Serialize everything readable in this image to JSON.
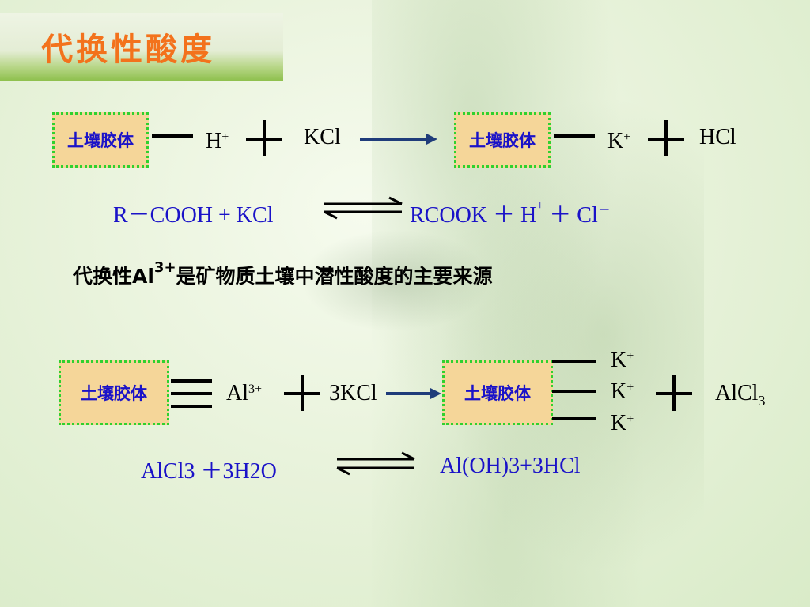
{
  "title": "代换性酸度",
  "colloid_label": "土壤胶体",
  "row1": {
    "h": "H",
    "h_charge": "+",
    "kcl": "KCl",
    "k": "K",
    "k_charge": "+",
    "hcl": "HCl"
  },
  "eq1": {
    "left": "R－COOH + KCl",
    "right_a": "RCOOK ＋ H",
    "right_h_charge": "+",
    "right_b": " ＋ Cl",
    "right_cl_charge": "－"
  },
  "note": {
    "prefix": "代换性Al",
    "charge": "3+",
    "suffix": "是矿物质土壤中潜性酸度的主要来源"
  },
  "row2": {
    "al": "Al",
    "al_charge": "3+",
    "kcl3": "3KCl",
    "k1": "K",
    "k2": "K",
    "k3": "K",
    "k_charge": "+",
    "alcl": "AlCl",
    "alcl_sub": "3"
  },
  "eq2": {
    "left": "AlCl3 ＋3H2O",
    "right": "Al(OH)3+3HCl"
  },
  "colors": {
    "title": "#f3721c",
    "colloid_fill": "#f5d699",
    "colloid_border": "#2fd12f",
    "colloid_text": "#1a12c8",
    "equation_text": "#1a12c8",
    "arrow": "#1f3c7a"
  }
}
